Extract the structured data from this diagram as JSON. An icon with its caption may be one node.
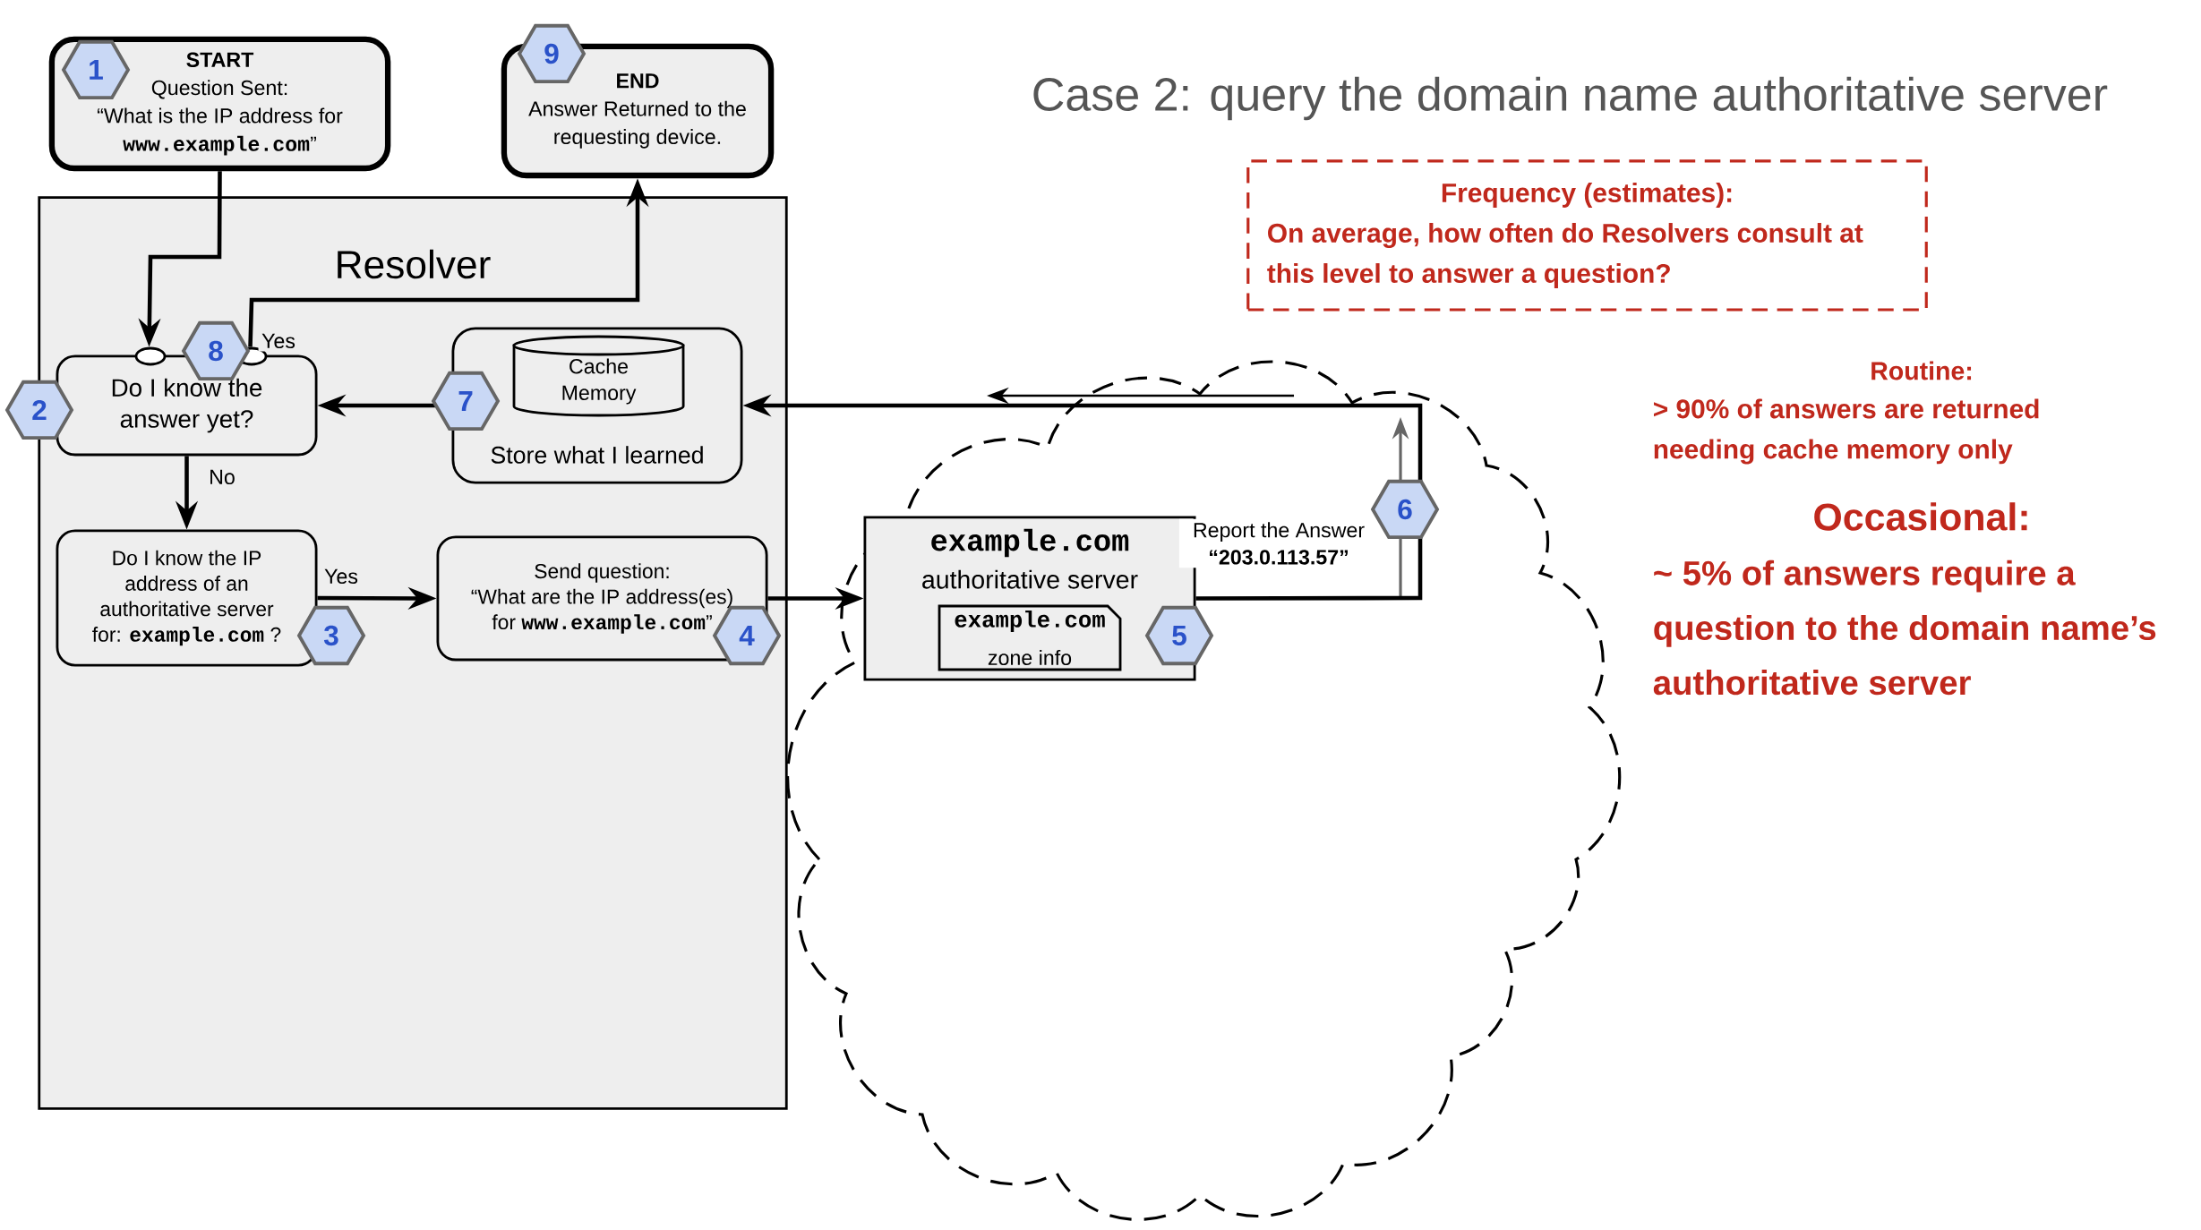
{
  "diagram": {
    "title": "Case 2: query the domain name authoritative server",
    "nodes": [
      {
        "text": [
          "START",
          "Question Sent:",
          "“What is the IP address for **www.example.com**”"
        ]
      },
      {
        "text": [
          "END",
          "Answer Returned to the requesting device."
        ]
      },
      {
        "text": [
          "Resolver"
        ]
      },
      {
        "text": [
          "Do I know the answer yet?"
        ],
        "in": 2
      },
      {
        "text": [
          "Store what I learned"
        ],
        "in": 2
      },
      {
        "text": [
          "Cache Memory"
        ],
        "in": 4
      },
      {
        "text": [
          "Do I know the IP address of an authoritative server for: **example.com** ?"
        ],
        "in": 2
      },
      {
        "text": [
          "Send question:",
          "“What are the IP address(es) for **www.example.com**”"
        ],
        "in": 2
      },
      {
        "text": [
          "example.com",
          "authoritative server"
        ]
      },
      {
        "text": [
          "example.com",
          "zone info"
        ],
        "in": 8
      },
      {
        "text": [
          "Frequency (estimates):",
          "On average, how often do Resolvers consult at this level to answer a question?"
        ]
      }
    ],
    "edges": [
      {
        "from": 0,
        "to": 3,
        "arrow": "to"
      },
      {
        "from": 3,
        "to": 1,
        "arrow": "to",
        "label": "Yes"
      },
      {
        "from": 3,
        "to": 6,
        "arrow": "to",
        "label": "No"
      },
      {
        "from": 6,
        "to": 7,
        "arrow": "to",
        "label": "Yes"
      },
      {
        "from": 7,
        "to": 8,
        "arrow": "to"
      },
      {
        "from": 8,
        "to": 4,
        "arrow": "to",
        "label": "Report the Answer **“203.0.113.57”**"
      },
      {
        "from": 4,
        "to": 3,
        "arrow": "to"
      }
    ],
    "labels": [
      "1",
      "2",
      "3",
      "4",
      "5",
      "6",
      "7",
      "8",
      "9",
      "Routine:",
      "> 90% of answers are returned needing cache memory only",
      "Occasional:",
      "~ 5% of answers require a question to the domain name’s authoritative server"
    ]
  }
}
